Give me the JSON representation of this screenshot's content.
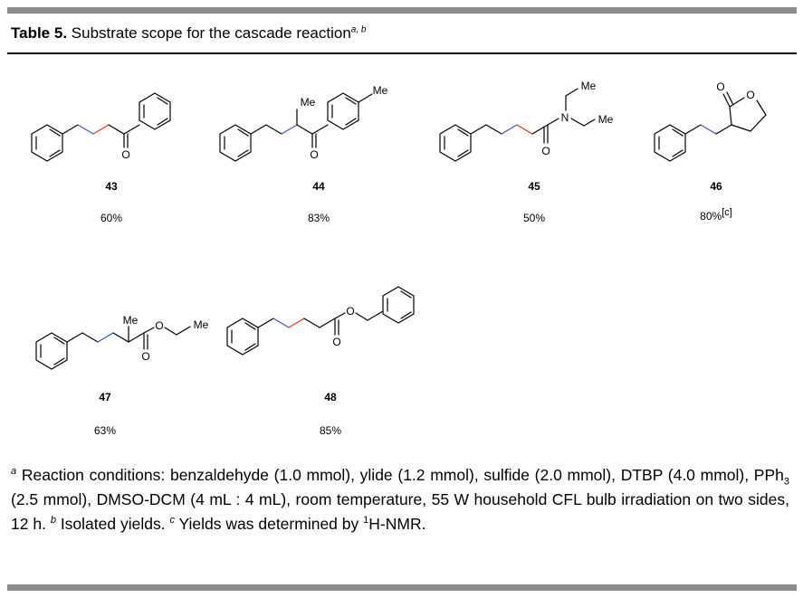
{
  "title": {
    "label": "Table 5.",
    "text": "Substrate scope for the cascade reaction",
    "marks": "a, b"
  },
  "atoms": {
    "me": "Me",
    "o": "O",
    "n": "N"
  },
  "entries": [
    {
      "number": "43",
      "yield": "60%",
      "yield_note": ""
    },
    {
      "number": "44",
      "yield": "83%",
      "yield_note": ""
    },
    {
      "number": "45",
      "yield": "50%",
      "yield_note": ""
    },
    {
      "number": "46",
      "yield": "80%",
      "yield_note": "[c]"
    },
    {
      "number": "47",
      "yield": "63%",
      "yield_note": ""
    },
    {
      "number": "48",
      "yield": "85%",
      "yield_note": ""
    }
  ],
  "footnotes": {
    "a_mark": "a",
    "a_text_1": "Reaction conditions: benzaldehyde (1.0 mmol), ylide (1.2 mmol), sulfide (2.0 mmol), DTBP (4.0 mmol), PPh",
    "a_sub": "3",
    "a_text_2": "(2.5 mmol), DMSO-DCM (4 mL : 4 mL), room temperature, 55 W household CFL bulb irradiation on two sides, 12 h.",
    "b_mark": "b",
    "b_text": "Isolated yields.",
    "c_mark": "c",
    "c_text_1": "Yields was determined by",
    "c_sup": "1",
    "c_text_2": "H-NMR."
  },
  "colors": {
    "rule": "#8c8c8c",
    "bond": "#000000",
    "new_bond_blue": "#3a4fd6",
    "new_bond_red": "#e8321e"
  }
}
